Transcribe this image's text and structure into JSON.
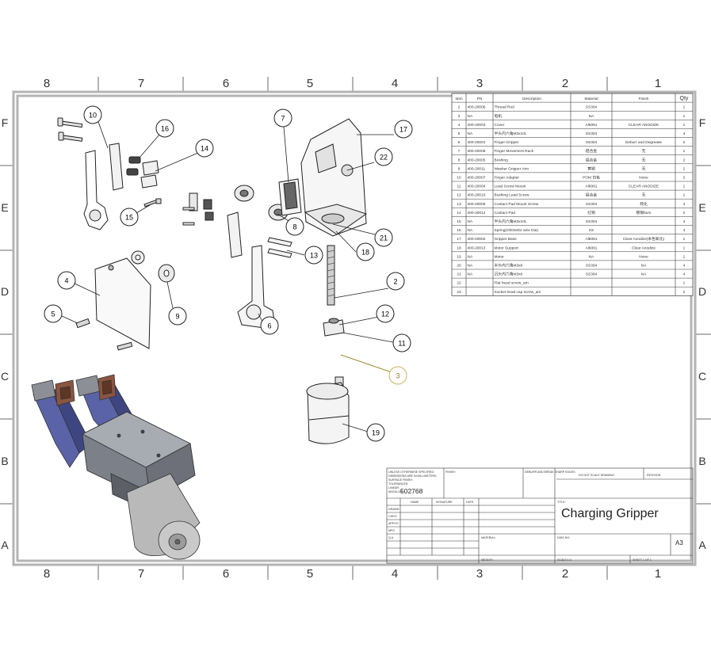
{
  "zone_columns": [
    "8",
    "7",
    "6",
    "5",
    "4",
    "3",
    "2",
    "1"
  ],
  "zone_rows": [
    "F",
    "E",
    "D",
    "C",
    "B",
    "A"
  ],
  "bom": {
    "headers": [
      "Item",
      "PN",
      "Description",
      "Material",
      "Finish",
      "Qty"
    ],
    "rows": [
      [
        "2",
        "400-20006",
        "Thread Rod",
        "SS304",
        "",
        "1"
      ],
      [
        "3",
        "NA",
        "电机",
        "NA",
        "",
        "1"
      ],
      [
        "4",
        "400-20003",
        "Cover",
        "Al6061",
        "CLEAR ANODIZE",
        "1"
      ],
      [
        "5",
        "NA",
        "半头内六角M3x10L",
        "SS304",
        "",
        "4"
      ],
      [
        "6",
        "400-20001",
        "Finger Gripper",
        "SS304",
        "Deburr and Degrease",
        "2"
      ],
      [
        "7",
        "400-20008",
        "Finger Movement Rack",
        "铝合金",
        "无",
        "1"
      ],
      [
        "8",
        "400-20005",
        "Bushing",
        "铝合金",
        "无",
        "2"
      ],
      [
        "9",
        "400-20011",
        "Washer Gripper Arm",
        "黄铜",
        "无",
        "2"
      ],
      [
        "10",
        "400-20007",
        "Finger Adapter",
        "POM 白色",
        "None",
        "2"
      ],
      [
        "11",
        "400-20004",
        "Lead Screw Mount",
        "Al6061",
        "CLEAR ANODIZE",
        "1"
      ],
      [
        "12",
        "400-20010",
        "Bushing Lead Screw",
        "铝合金",
        "无",
        "1"
      ],
      [
        "13",
        "400-20009",
        "Contact Pad Mount Screw",
        "SS304",
        "钝化",
        "4"
      ],
      [
        "14",
        "400-20012",
        "Contact Pad",
        "红铜",
        "镀锡5um",
        "2"
      ],
      [
        "15",
        "NA",
        "半头内六角M3x10L",
        "SS304",
        "",
        "4"
      ],
      [
        "16",
        "NA",
        "Spring(OD3xID2 wire Dia)",
        "SS",
        "",
        "4"
      ],
      [
        "17",
        "400-20002",
        "Gripper Base",
        "Al6061",
        "Clear Anodize(本色氧化)",
        "1"
      ],
      [
        "18",
        "400-20013",
        "Motor Support",
        "Al6061",
        "Clear Anodize",
        "1"
      ],
      [
        "19",
        "NA",
        "Motor",
        "NA",
        "None",
        "1"
      ],
      [
        "20",
        "NA",
        "半头内六角M3x8",
        "SS304",
        "NA",
        "4"
      ],
      [
        "21",
        "NA",
        "沉头内六角M3x8",
        "SS304",
        "NA",
        "4"
      ],
      [
        "22",
        "",
        "Flat head screw_am",
        "",
        "",
        "1"
      ],
      [
        "23",
        "",
        "Socket head cap screw_am",
        "",
        "",
        "2"
      ]
    ]
  },
  "balloons": [
    "10",
    "16",
    "14",
    "15",
    "7",
    "17",
    "22",
    "8",
    "13",
    "18",
    "21",
    "4",
    "9",
    "5",
    "6",
    "2",
    "12",
    "11",
    "3",
    "19"
  ],
  "title_block": {
    "tolerance_note_1": "UNLESS OTHERWISE SPECIFIED:",
    "tolerance_note_2": "DIMENSIONS ARE IN MILLIMETERS",
    "tolerance_note_3": "SURFACE FINISH:",
    "tolerance_note_4": "TOLERANCES:",
    "tolerance_note_5": "LINEAR:",
    "tolerance_note_6": "ANGULAR:",
    "drawing_number": "502768",
    "finish_label": "FINISH:",
    "deburr_label": "DEBURR AND BREAK SHARP EDGES",
    "do_not_scale": "DO NOT SCALE DRAWING",
    "revision_label": "REVISION",
    "col_name": "NAME",
    "col_signature": "SIGNATURE",
    "col_date": "DATE",
    "row_drawn": "DRAWN",
    "row_chkd": "CHK'D",
    "row_appvd": "APPV'D",
    "row_mfg": "MFG",
    "row_qa": "Q.A",
    "material_label": "MATERIAL:",
    "weight_label": "WEIGHT:",
    "title_label": "TITLE:",
    "title": "Charging Gripper",
    "dwg_no_label": "DWG NO.",
    "size": "A3",
    "scale_label": "SCALE:1:2",
    "sheet_label": "SHEET 1 OF 1"
  },
  "colors": {
    "border": "#b0b0b0",
    "line": "#222222",
    "balloon_active": "#c8b45a",
    "finger_blue": "#5a63a8",
    "contact_brown": "#8a5540",
    "body_gray": "#7c8088",
    "motor_gray": "#b9b9b9"
  }
}
